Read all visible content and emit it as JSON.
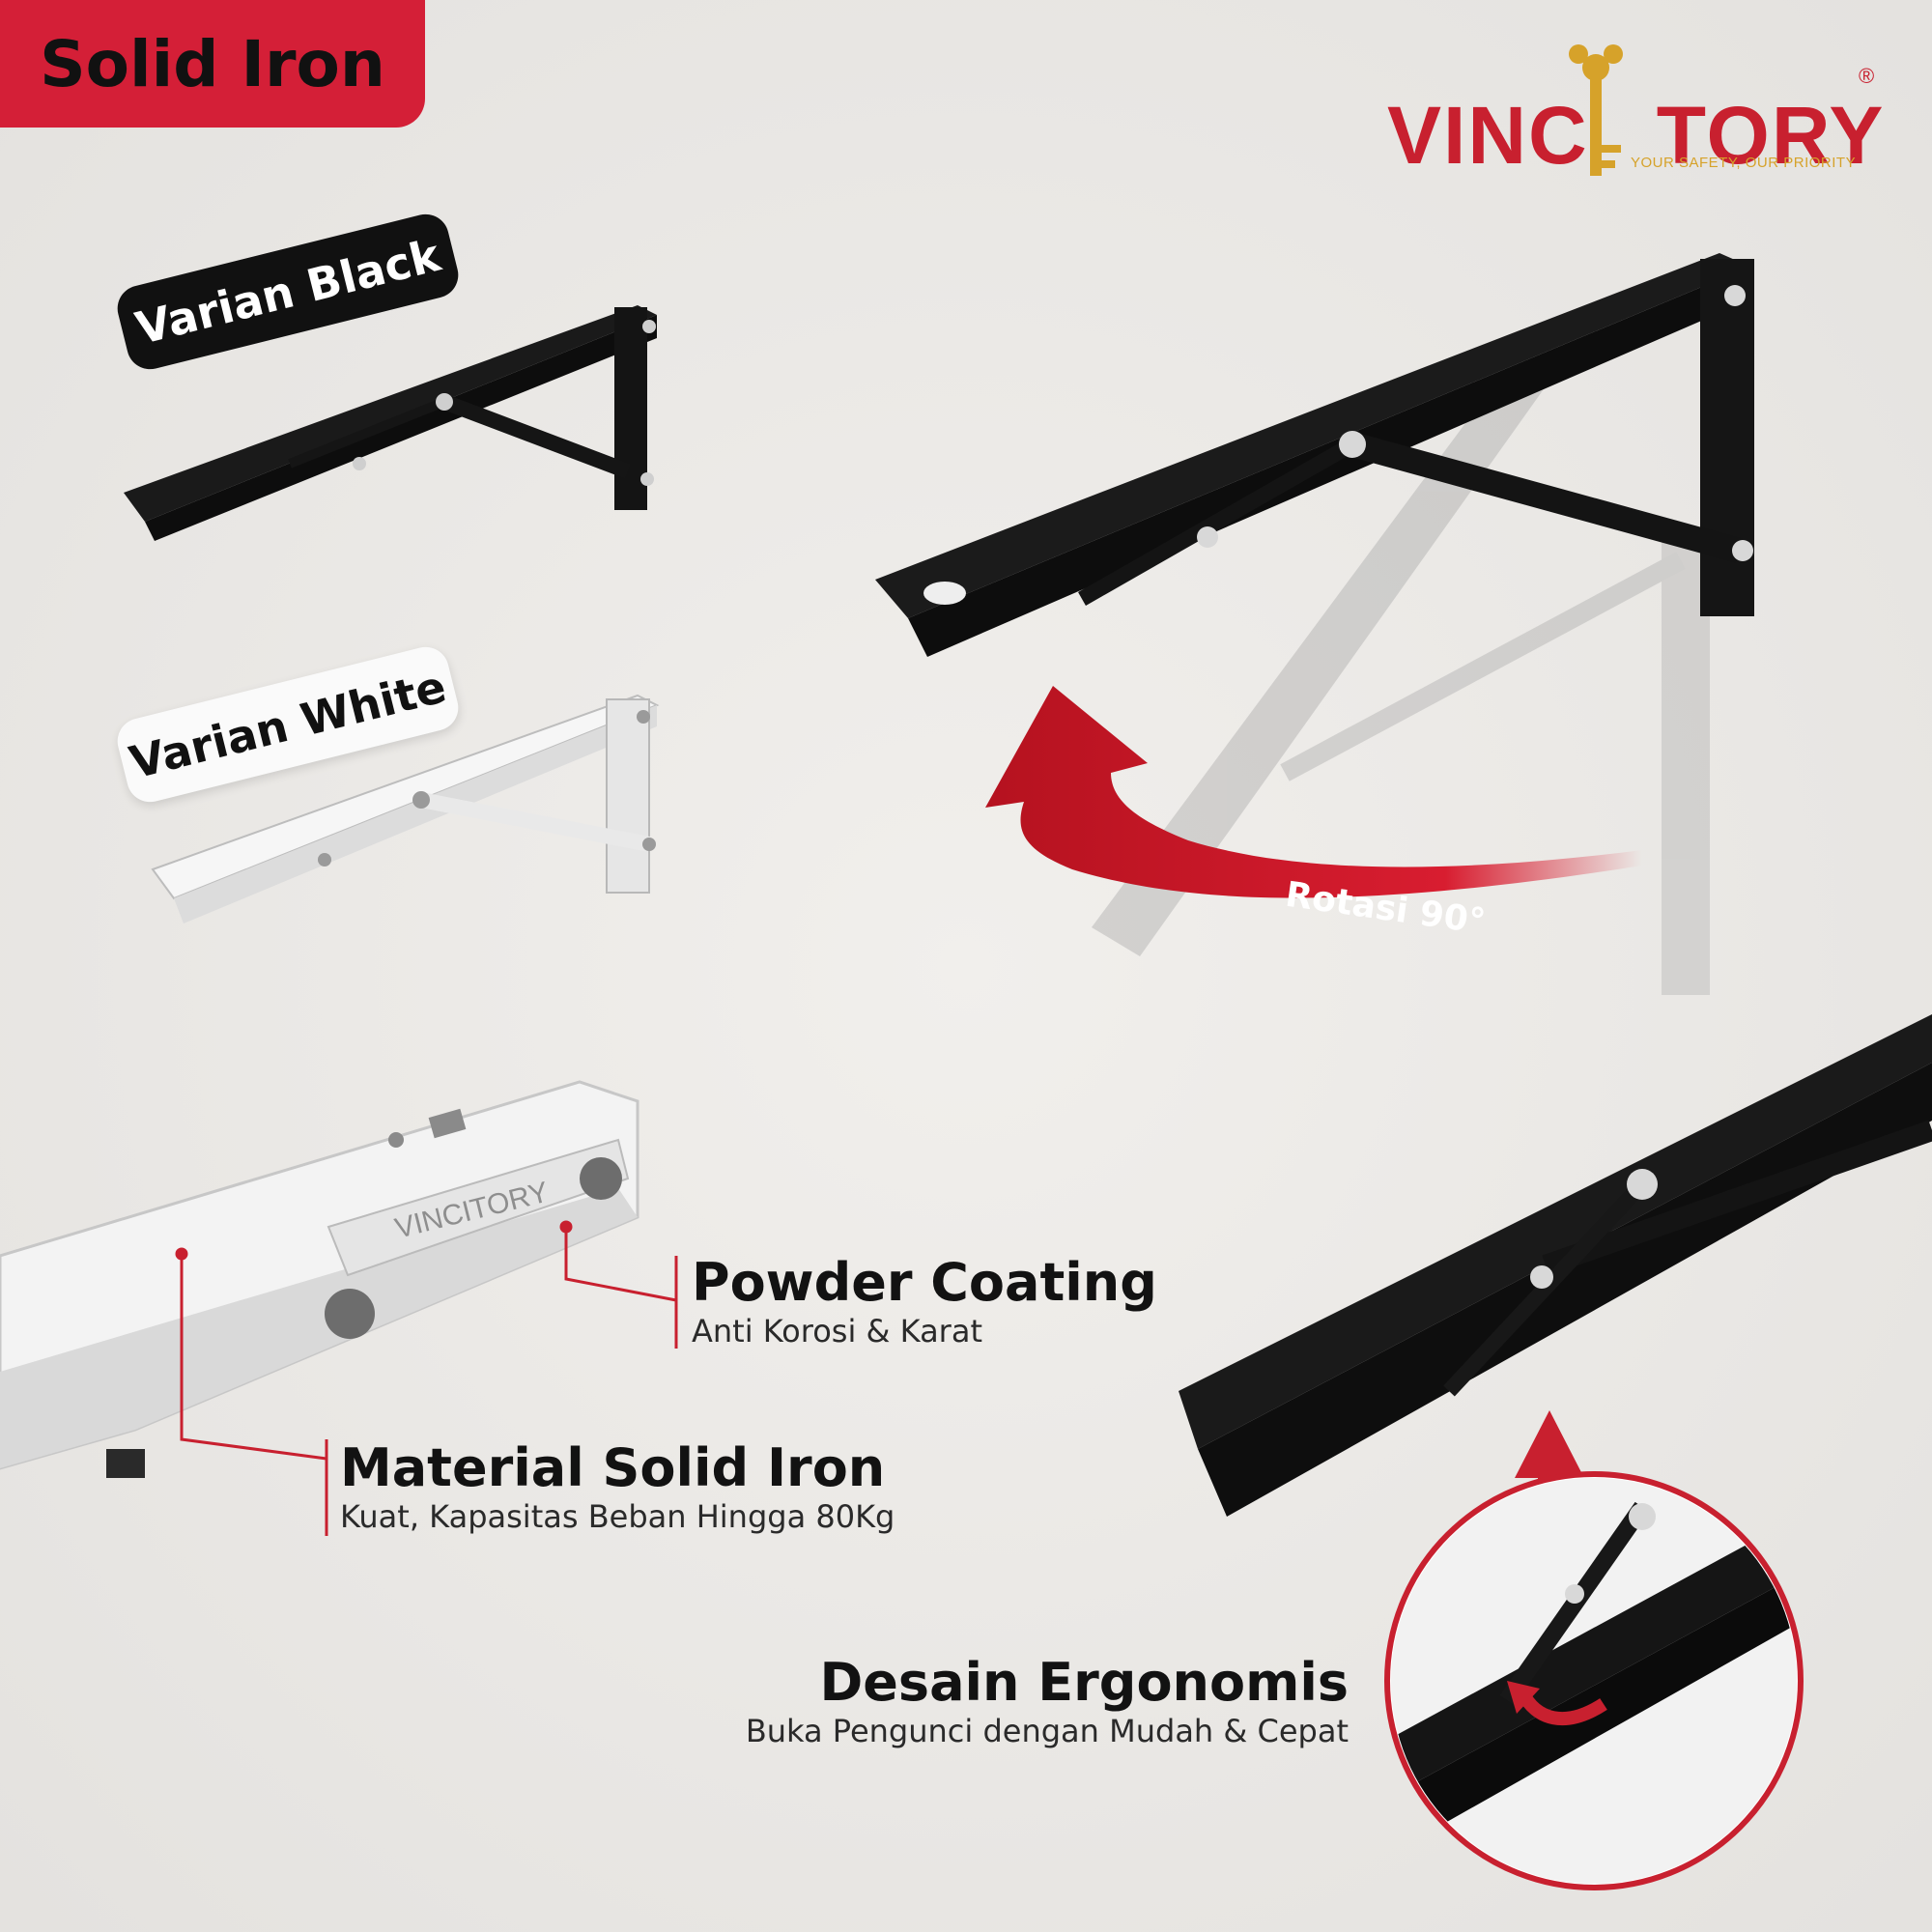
{
  "badge": {
    "label": "Solid Iron",
    "color": "#d41f37"
  },
  "brand": {
    "name_left": "VINC",
    "name_right": "TORY",
    "tagline": "YOUR SAFETY, OUR PRIORITY",
    "registered": "®",
    "colors": {
      "primary": "#c8202f",
      "key": "#d6a22a"
    }
  },
  "variants": [
    {
      "label": "Varian Black",
      "color": "#111111"
    },
    {
      "label": "Varian White",
      "color": "#f2f2f2"
    }
  ],
  "rotation": {
    "label": "Rotasi 90°"
  },
  "engraving": "VINCITORY",
  "features": [
    {
      "title": "Powder Coating",
      "subtitle": "Anti Korosi & Karat"
    },
    {
      "title": "Material Solid Iron",
      "subtitle": "Kuat, Kapasitas Beban Hingga 80Kg"
    },
    {
      "title": "Desain Ergonomis",
      "subtitle": "Buka Pengunci dengan Mudah & Cepat"
    }
  ],
  "icons": [
    "folding-bracket-image",
    "rotation-arrow-icon",
    "key-logo-icon",
    "zoom-circle",
    "release-arrow-icon"
  ]
}
